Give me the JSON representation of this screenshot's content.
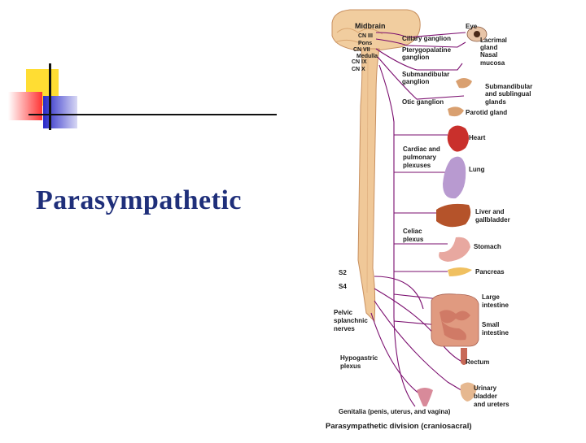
{
  "slide": {
    "title": "Parasympathetic"
  },
  "diagram": {
    "cns_labels": {
      "midbrain": "Midbrain",
      "cn_iii": "CN III",
      "pons": "Pons",
      "cn_vii": "CN VII",
      "medulla": "Medulla",
      "cn_ix": "CN IX",
      "cn_x": "CN X",
      "s2": "S2",
      "s4": "S4"
    },
    "ganglia": {
      "ciliary": "Ciliary ganglion",
      "pterygopalatine_1": "Pterygopalatine",
      "pterygopalatine_2": "ganglion",
      "submandibular_1": "Submandibular",
      "submandibular_2": "ganglion",
      "otic": "Otic ganglion",
      "cardiac_1": "Cardiac and",
      "cardiac_2": "pulmonary",
      "cardiac_3": "plexuses",
      "celiac_1": "Celiac",
      "celiac_2": "plexus",
      "pelvic_1": "Pelvic",
      "pelvic_2": "splanchnic",
      "pelvic_3": "nerves",
      "hypogastric_1": "Hypogastric",
      "hypogastric_2": "plexus"
    },
    "organs": {
      "eye": "Eye",
      "lacrimal_1": "Lacrimal",
      "lacrimal_2": "gland",
      "nasal_1": "Nasal",
      "nasal_2": "mucosa",
      "submandibular_glands_1": "Submandibular",
      "submandibular_glands_2": "and sublingual",
      "submandibular_glands_3": "glands",
      "parotid": "Parotid gland",
      "heart": "Heart",
      "lung": "Lung",
      "liver_1": "Liver and",
      "liver_2": "gallbladder",
      "stomach": "Stomach",
      "pancreas": "Pancreas",
      "large_int_1": "Large",
      "large_int_2": "intestine",
      "small_int_1": "Small",
      "small_int_2": "intestine",
      "rectum": "Rectum",
      "urinary_1": "Urinary",
      "urinary_2": "bladder",
      "urinary_3": "and ureters",
      "genitalia": "Genitalia (penis, uterus, and vagina)"
    },
    "caption": "Parasympathetic division (craniosacral)",
    "colors": {
      "nerve": "#7a0d6e",
      "cord": "#f0c898",
      "cord_edge": "#c89060"
    }
  }
}
